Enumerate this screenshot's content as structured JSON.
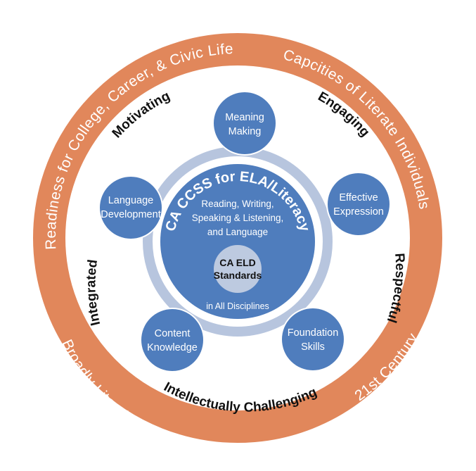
{
  "outer_ring": {
    "readiness": "Readiness for College, Career, & Civic Life",
    "capacities": "Capcities of Literate Individuals",
    "broadly": "Broadly Literate",
    "century": "21st Century"
  },
  "qualities": {
    "motivating": "Motivating",
    "engaging": "Engaging",
    "respectful": "Respectful",
    "intellectually": "Intellectually Challenging",
    "integrated": "Integrated"
  },
  "themes": [
    {
      "line1": "Meaning",
      "line2": "Making"
    },
    {
      "line1": "Effective",
      "line2": "Expression"
    },
    {
      "line1": "Foundation",
      "line2": "Skills"
    },
    {
      "line1": "Content",
      "line2": "Knowledge"
    },
    {
      "line1": "Language",
      "line2": "Development"
    }
  ],
  "center": {
    "title": "CA CCSS for ELA/Literacy",
    "sub1": "Reading, Writing,",
    "sub2": "Speaking & Listening,",
    "sub3": "and Language",
    "eld1": "CA ELD",
    "eld2": "Standards",
    "footer": "in All Disciplines"
  },
  "colors": {
    "orange": "#E1875B",
    "blue": "#4F7DBD",
    "light_blue": "#B7C5DE",
    "inner_gray": "#BDCAE0"
  }
}
